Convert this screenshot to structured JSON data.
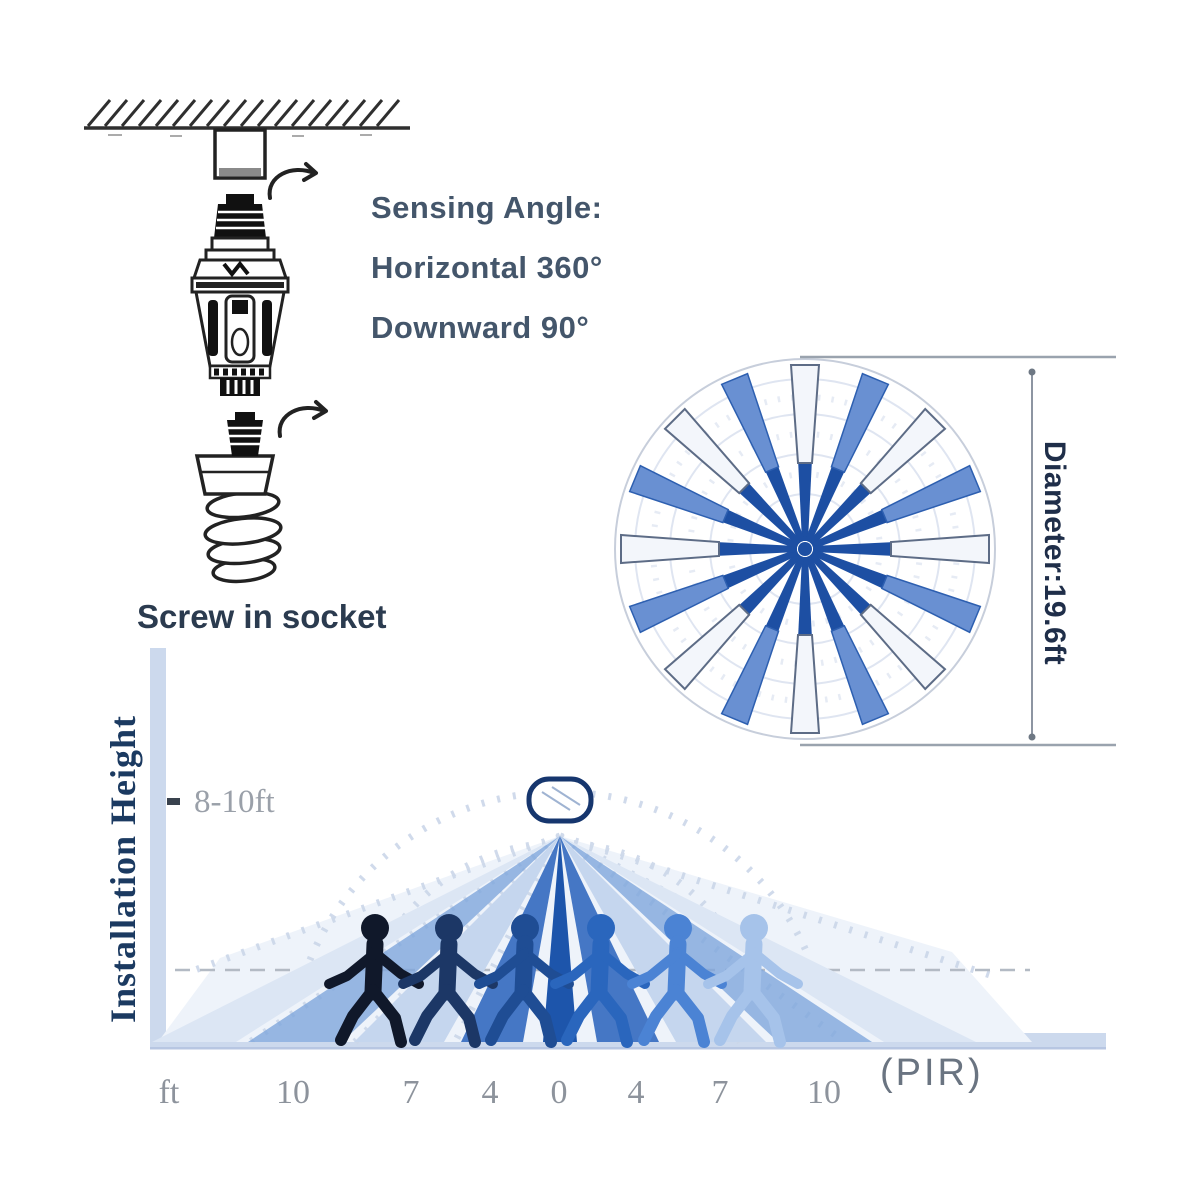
{
  "screw_section": {
    "caption": "Screw in socket"
  },
  "sensing": {
    "title": "Sensing Angle:",
    "line_horizontal": "Horizontal 360°",
    "line_downward": "Downward 90°"
  },
  "coverage": {
    "diameter_label": "Diameter:19.6ft"
  },
  "height_chart": {
    "y_axis_label": "Installation Height",
    "mount_height": "8-10ft",
    "unit": "ft",
    "tick_labels": [
      "10",
      "7",
      "4",
      "0",
      "4",
      "7",
      "10"
    ],
    "sensor_label": "(PIR)"
  },
  "colors": {
    "ray_navy": "#1d4fa3",
    "ray_medium_blue": "#6990d2",
    "ray_pale": "#f3f6fb",
    "ring_faint": "#dfe5f1",
    "axis_blue": "#ccd9ed",
    "beam_dark": "#1d55ab",
    "beam_medium": "#4577c5",
    "beam_light": "#c5d6ee",
    "dash_gray": "#b3bac4",
    "text_dark_slate": "#44566b",
    "text_navy": "#1b3a61",
    "text_gray": "#8d939c",
    "figure_colors": [
      "#10182a",
      "#1c3766",
      "#1f4d94",
      "#2a66bd",
      "#4b83d4",
      "#a6c3ea"
    ]
  }
}
